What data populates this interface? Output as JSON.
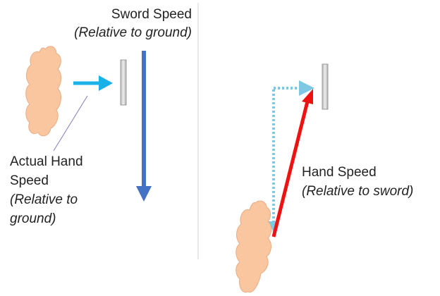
{
  "left_panel": {
    "sword_speed_title": "Sword Speed",
    "sword_speed_sub": "(Relative to ground)",
    "actual_hand_line1": "Actual Hand",
    "actual_hand_line2": "Speed",
    "actual_hand_sub1": "(Relative to",
    "actual_hand_sub2": "ground)"
  },
  "right_panel": {
    "hand_speed_title": "Hand Speed",
    "hand_speed_sub": "(Relative to sword)"
  },
  "colors": {
    "hand": "#f9c6a0",
    "hand_outline": "#e8ad84",
    "sword_bar": "#d6d6d6",
    "sword_speed_arrow": "#4472c4",
    "hand_arrow": "#1ab0e8",
    "relative_arrow": "#ee1111",
    "dotted_arrow": "#7ec8e3",
    "leader_line": "#8877bb",
    "divider": "#d0d0d0"
  }
}
